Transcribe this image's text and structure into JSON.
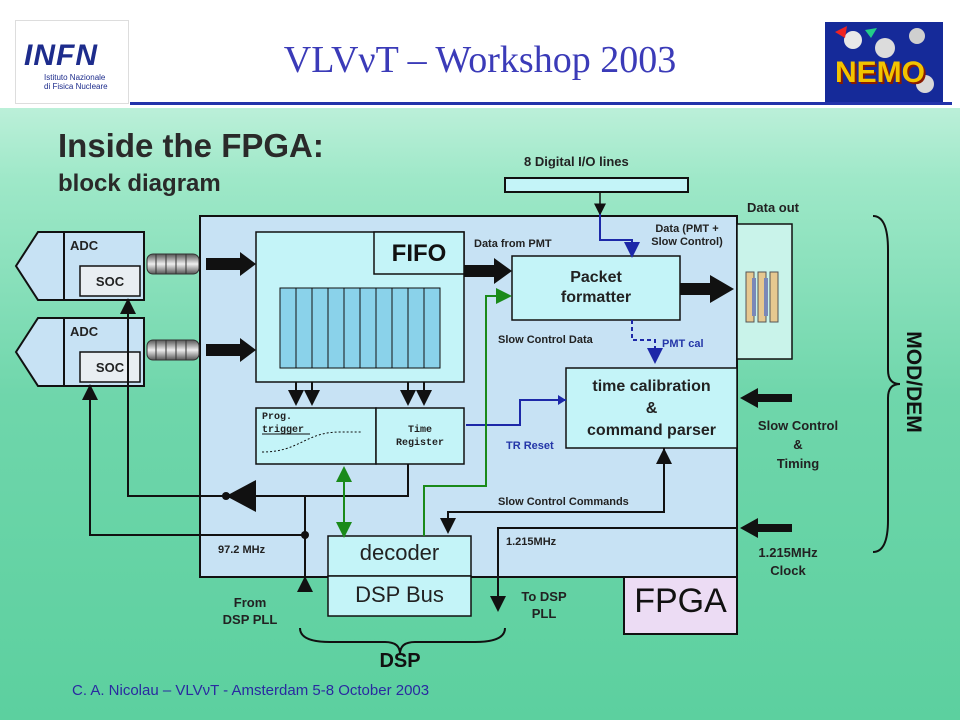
{
  "header": {
    "title": "VLVνT – Workshop 2003",
    "infn_logo": "INFN",
    "infn_subtitle_line1": "Istituto Nazionale",
    "infn_subtitle_line2": "di Fisica Nucleare",
    "nemo_logo": "NEMO"
  },
  "slide": {
    "title": "Inside the FPGA:",
    "subtitle": "block diagram"
  },
  "diagram": {
    "adc_label": "ADC",
    "soc_label": "SOC",
    "fifo": "FIFO",
    "packet_formatter_line1": "Packet",
    "packet_formatter_line2": "formatter",
    "time_cal_line1": "time calibration",
    "time_cal_line2": "&",
    "time_cal_line3": "command parser",
    "prog_trigger_line1": "Prog.",
    "prog_trigger_line2": "trigger",
    "time_register_line1": "Time",
    "time_register_line2": "Register",
    "decoder": "decoder",
    "dsp_bus": "DSP Bus",
    "fpga": "FPGA",
    "digital_io": "8 Digital I/O lines",
    "data_out": "Data out",
    "data_from_pmt": "Data from PMT",
    "data_pmt_slow_line1": "Data (PMT +",
    "data_pmt_slow_line2": "Slow Control)",
    "slow_control_data": "Slow Control Data",
    "pmt_cal": "PMT cal",
    "tr_reset": "TR Reset",
    "slow_control_commands": "Slow Control Commands",
    "freq_97": "97.2 MHz",
    "freq_1215": "1.215MHz",
    "from_dsp_pll_line1": "From",
    "from_dsp_pll_line2": "DSP PLL",
    "to_dsp_pll_line1": "To DSP",
    "to_dsp_pll_line2": "PLL",
    "dsp": "DSP",
    "slow_control_timing_line1": "Slow Control",
    "slow_control_timing_line2": "&",
    "slow_control_timing_line3": "Timing",
    "clock_line1": "1.215MHz",
    "clock_line2": "Clock",
    "mod_dem": "MOD/DEM"
  },
  "footer": "C. A. Nicolau – VLVνT - Amsterdam 5-8 October 2003",
  "colors": {
    "title_blue": "#3b3bb8",
    "fpga_fill": "#c7e2f4",
    "fifo_fill": "#c4f4f8",
    "wire_green": "#1a8a1a",
    "wire_blue": "#1d28a8"
  }
}
